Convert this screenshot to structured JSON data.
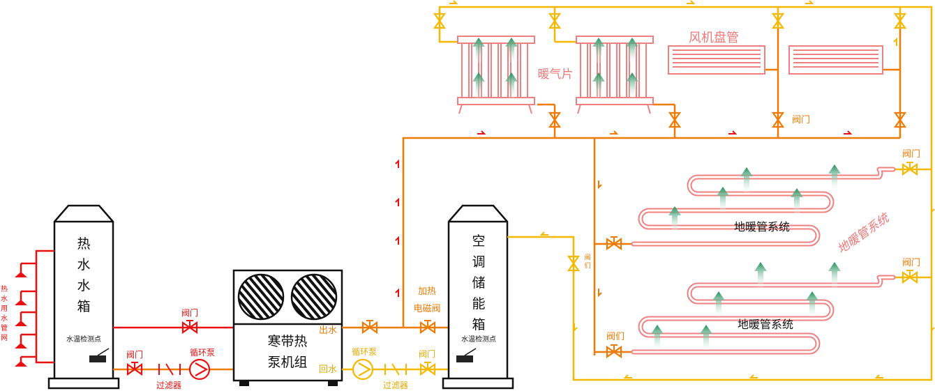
{
  "hot_water_tank": {
    "title_chars": [
      "热",
      "水",
      "水",
      "箱"
    ],
    "sensor_label": "水温检测点",
    "pipe_network_chars": [
      "热",
      "水",
      "用",
      "水",
      "管",
      "网"
    ]
  },
  "heat_pump_unit": {
    "title_line1": "寒带热",
    "title_line2": "泵机组",
    "outlet_label": "出水",
    "return_label": "回水"
  },
  "ac_storage_tank": {
    "title_chars": [
      "空",
      "调",
      "储",
      "能",
      "箱"
    ],
    "sensor_label": "水温检测点"
  },
  "left_circuit": {
    "valve_upper_label": "阀门",
    "valve_lower_label": "阀门",
    "filter_label": "过滤器",
    "pump_label": "循环泵"
  },
  "right_circuit": {
    "pump_label": "循环泵",
    "filter_label": "过滤器",
    "valve_label": "阀门",
    "solenoid_line1": "加热",
    "solenoid_line2": "电磁阀"
  },
  "terminals": {
    "radiator_label": "暖气片",
    "fan_coil_label": "风机盘管",
    "valve_label": "阀门",
    "floor_heating_label_1": "地暖管系统",
    "floor_heating_label_2": "地暖管系统",
    "floor_heating_script": "地暖管系统",
    "floor_valve_upper": "阀门",
    "floor_valve_lower": "阀门",
    "floor_valve_left": "阀们",
    "riser_valve_chars": [
      "阀",
      "们"
    ]
  },
  "colors": {
    "hot_water_red": "#e81010",
    "supply_orange": "#f07a00",
    "return_yellow": "#f5b800",
    "emitter_pink": "#f08080",
    "heat_arrow_green": "#1f8f5a"
  }
}
